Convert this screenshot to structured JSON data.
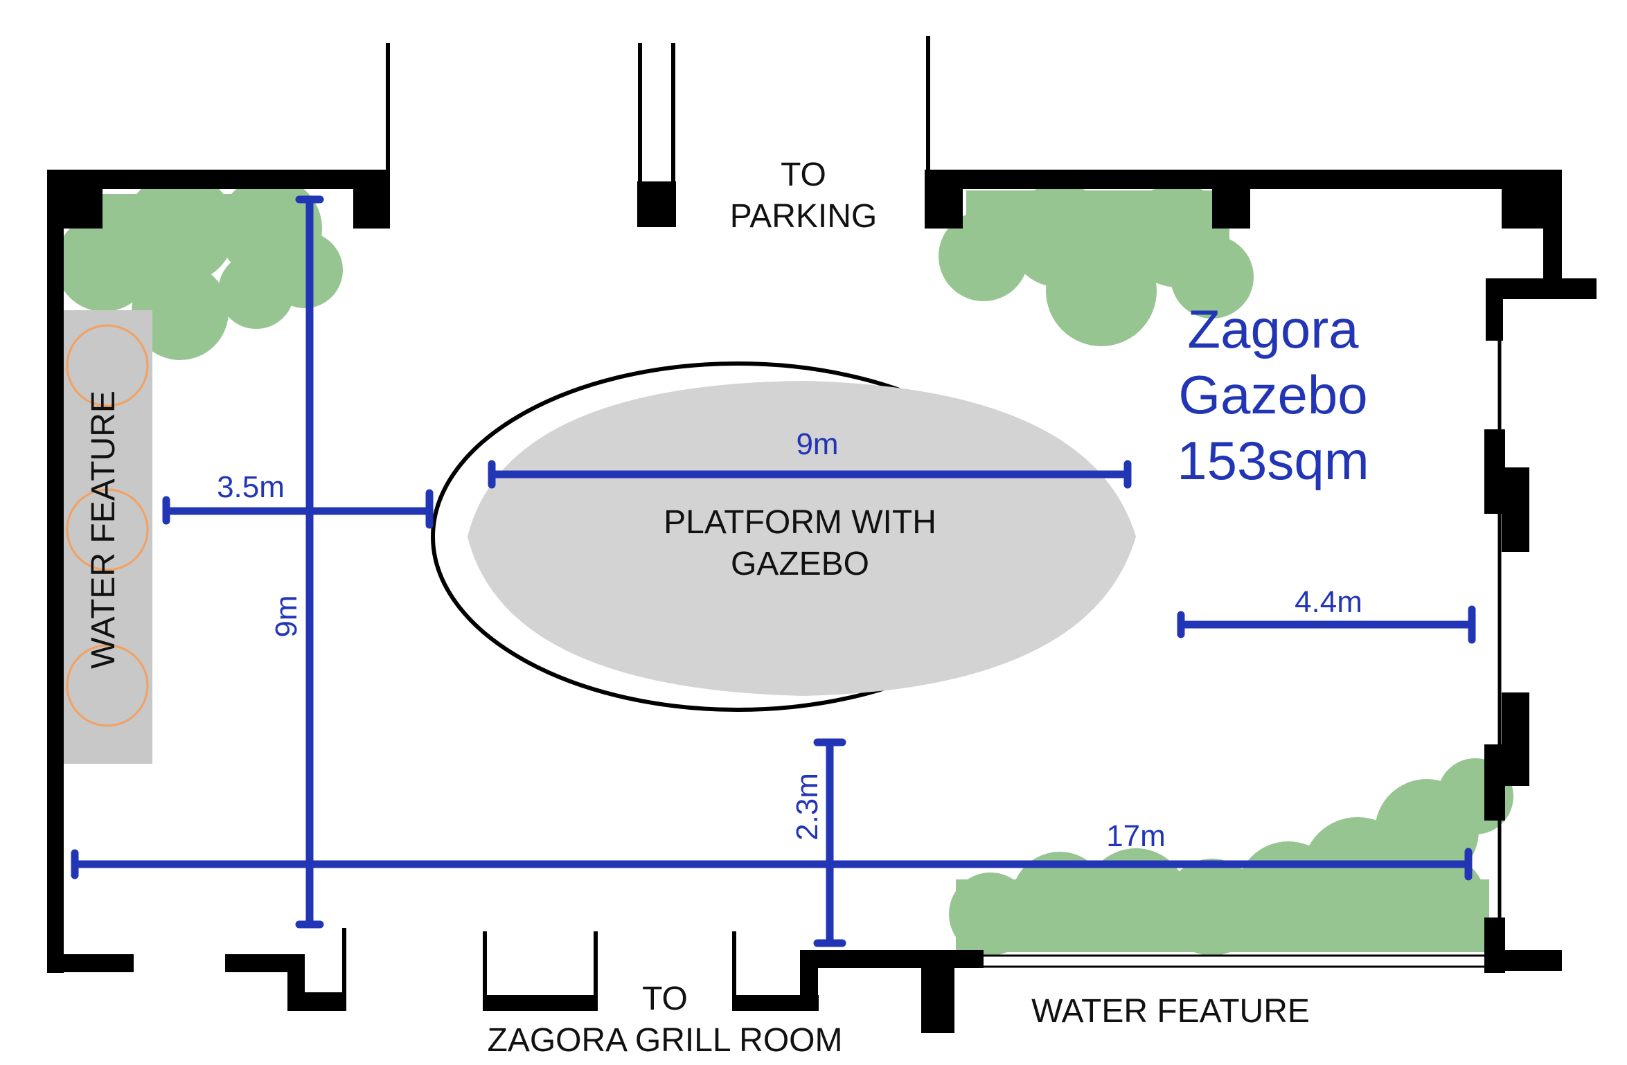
{
  "venue": {
    "name": "Zagora",
    "subtitle": "Gazebo",
    "area": "153sqm"
  },
  "labels": {
    "to_parking_line1": "TO",
    "to_parking_line2": "PARKING",
    "to_grill_line1": "TO",
    "to_grill_line2": "ZAGORA GRILL ROOM",
    "water_feature_left": "WATER FEATURE",
    "water_feature_bottom": "WATER FEATURE",
    "platform_line1": "PLATFORM WITH",
    "platform_line2": "GAZEBO"
  },
  "dimensions": {
    "gazebo_width": "9m",
    "left_gap": "3.5m",
    "room_depth": "9m",
    "right_gap": "4.4m",
    "bottom_gap": "2.3m",
    "room_length": "17m"
  },
  "colors": {
    "wall": "#000000",
    "dimension": "#2236b5",
    "plant": "#97c592",
    "platform": "#d3d3d3",
    "water_feature": "#c8c8c8",
    "fountain_ring": "#f4a060"
  }
}
